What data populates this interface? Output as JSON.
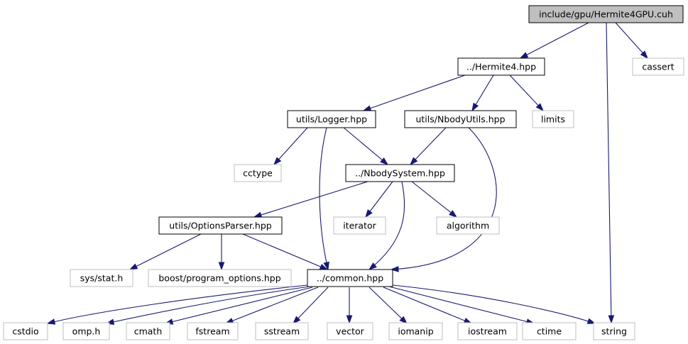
{
  "colors": {
    "edge": "#191970",
    "root_fill": "#bfbfbf",
    "internal_border": "#000000",
    "external_border": "#bfbfbf",
    "text": "#000000"
  },
  "nodes": [
    {
      "id": "root",
      "label": "include/gpu/Hermite4GPU.cuh",
      "kind": "root"
    },
    {
      "id": "hermite4",
      "label": "../Hermite4.hpp",
      "kind": "internal"
    },
    {
      "id": "cassert",
      "label": "cassert",
      "kind": "external"
    },
    {
      "id": "logger",
      "label": "utils/Logger.hpp",
      "kind": "internal"
    },
    {
      "id": "nbodyutils",
      "label": "utils/NbodyUtils.hpp",
      "kind": "internal"
    },
    {
      "id": "limits",
      "label": "limits",
      "kind": "external"
    },
    {
      "id": "cctype",
      "label": "cctype",
      "kind": "external"
    },
    {
      "id": "nbodysystem",
      "label": "../NbodySystem.hpp",
      "kind": "internal"
    },
    {
      "id": "optionsparser",
      "label": "utils/OptionsParser.hpp",
      "kind": "internal"
    },
    {
      "id": "iterator",
      "label": "iterator",
      "kind": "external"
    },
    {
      "id": "algorithm",
      "label": "algorithm",
      "kind": "external"
    },
    {
      "id": "sysstat",
      "label": "sys/stat.h",
      "kind": "external"
    },
    {
      "id": "boostpo",
      "label": "boost/program_options.hpp",
      "kind": "external"
    },
    {
      "id": "common",
      "label": "../common.hpp",
      "kind": "internal"
    },
    {
      "id": "cstdio",
      "label": "cstdio",
      "kind": "external"
    },
    {
      "id": "omp",
      "label": "omp.h",
      "kind": "external"
    },
    {
      "id": "cmath",
      "label": "cmath",
      "kind": "external"
    },
    {
      "id": "fstream",
      "label": "fstream",
      "kind": "external"
    },
    {
      "id": "sstream",
      "label": "sstream",
      "kind": "external"
    },
    {
      "id": "vector",
      "label": "vector",
      "kind": "external"
    },
    {
      "id": "iomanip",
      "label": "iomanip",
      "kind": "external"
    },
    {
      "id": "iostream",
      "label": "iostream",
      "kind": "external"
    },
    {
      "id": "ctime",
      "label": "ctime",
      "kind": "external"
    },
    {
      "id": "string",
      "label": "string",
      "kind": "external"
    }
  ],
  "edges": [
    [
      "root",
      "hermite4"
    ],
    [
      "root",
      "cassert"
    ],
    [
      "root",
      "string"
    ],
    [
      "hermite4",
      "logger"
    ],
    [
      "hermite4",
      "nbodyutils"
    ],
    [
      "hermite4",
      "limits"
    ],
    [
      "logger",
      "cctype"
    ],
    [
      "logger",
      "nbodysystem"
    ],
    [
      "logger",
      "common"
    ],
    [
      "nbodyutils",
      "nbodysystem"
    ],
    [
      "nbodyutils",
      "common"
    ],
    [
      "nbodysystem",
      "optionsparser"
    ],
    [
      "nbodysystem",
      "iterator"
    ],
    [
      "nbodysystem",
      "algorithm"
    ],
    [
      "nbodysystem",
      "common"
    ],
    [
      "optionsparser",
      "sysstat"
    ],
    [
      "optionsparser",
      "boostpo"
    ],
    [
      "optionsparser",
      "common"
    ],
    [
      "common",
      "cstdio"
    ],
    [
      "common",
      "omp"
    ],
    [
      "common",
      "cmath"
    ],
    [
      "common",
      "fstream"
    ],
    [
      "common",
      "sstream"
    ],
    [
      "common",
      "vector"
    ],
    [
      "common",
      "iomanip"
    ],
    [
      "common",
      "iostream"
    ],
    [
      "common",
      "ctime"
    ],
    [
      "common",
      "string"
    ]
  ]
}
